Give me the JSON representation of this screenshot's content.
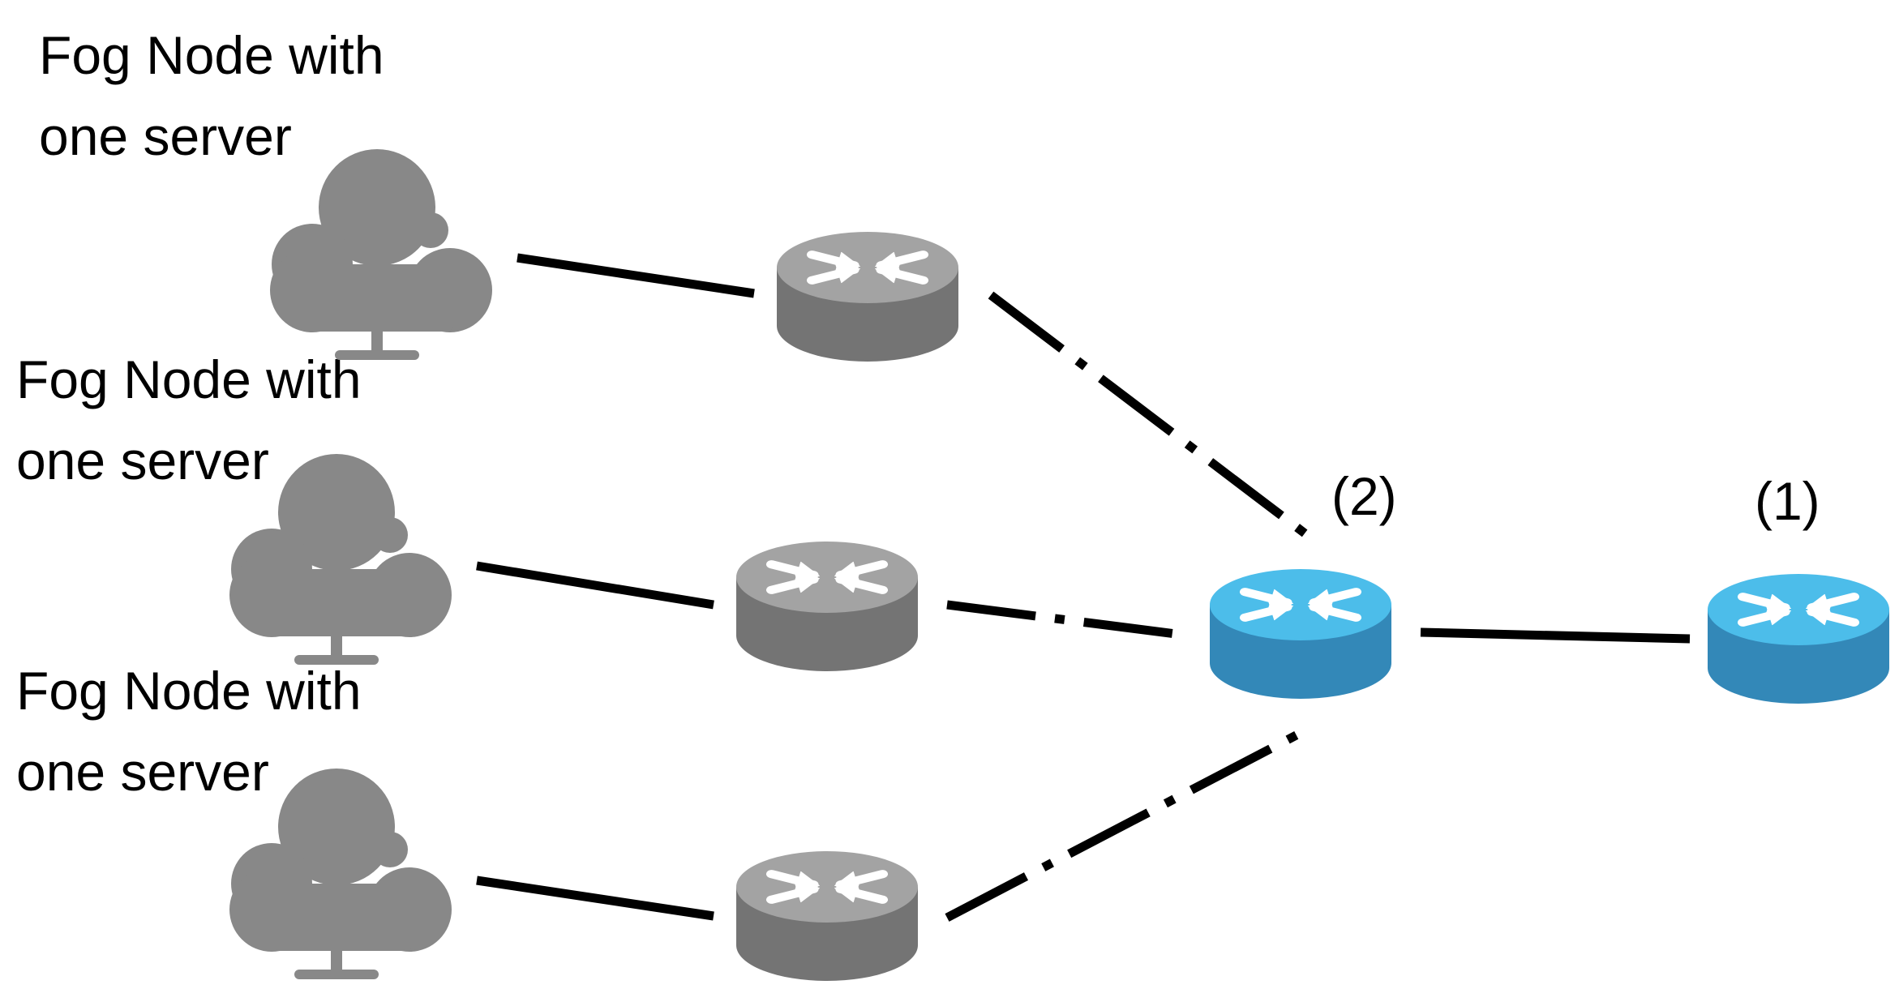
{
  "fog_nodes": [
    {
      "label_line1": "Fog Node with",
      "label_line2": "one server",
      "icon": "cloud-server-icon"
    },
    {
      "label_line1": "Fog Node with",
      "label_line2": "one server",
      "icon": "cloud-server-icon"
    },
    {
      "label_line1": "Fog Node with",
      "label_line2": "one server",
      "icon": "cloud-server-icon"
    }
  ],
  "edge_routers": [
    {
      "icon": "router-icon",
      "color": "#7a7a7a"
    },
    {
      "icon": "router-icon",
      "color": "#7a7a7a"
    },
    {
      "icon": "router-icon",
      "color": "#7a7a7a"
    }
  ],
  "aggregation_router": {
    "number": "(2)",
    "icon": "router-icon",
    "color": "#4cb7e8"
  },
  "core_router": {
    "number": "(1)",
    "icon": "router-icon",
    "color": "#4cb7e8"
  },
  "links": {
    "fog_to_edge_style": "solid",
    "edge_to_aggregation_style": "dash-dot",
    "aggregation_to_core_style": "solid"
  },
  "colors": {
    "cloud": "#888888",
    "gray_router_top": "#a3a3a3",
    "gray_router_side": "#747474",
    "blue_router_top": "#4cbdea",
    "blue_router_side": "#3388b8",
    "link": "#000000"
  }
}
